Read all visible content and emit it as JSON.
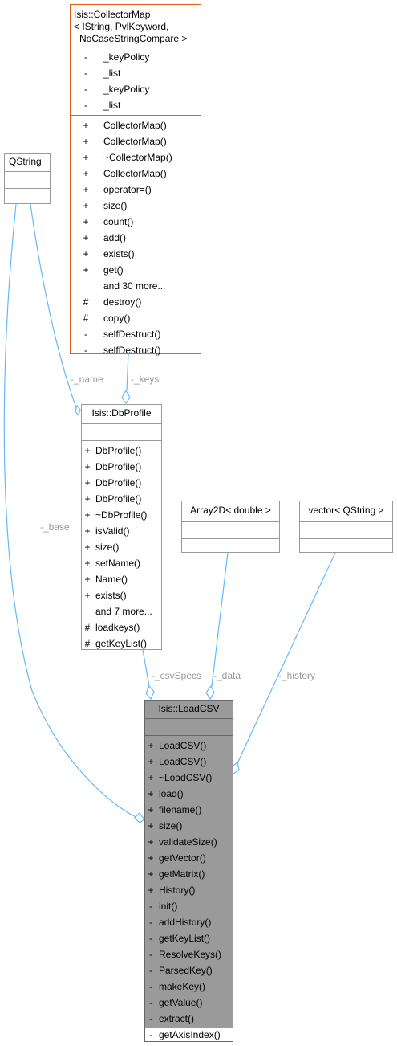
{
  "classes": {
    "qstring": {
      "title": [
        "QString"
      ],
      "attributes": [],
      "methods": []
    },
    "collector_map": {
      "title": [
        "Isis::CollectorMap",
        "< IString, PvlKeyword,",
        "NoCaseStringCompare >"
      ],
      "attributes": [
        {
          "vis": "-",
          "name": "_keyPolicy"
        },
        {
          "vis": "-",
          "name": "_list"
        },
        {
          "vis": "-",
          "name": "_keyPolicy"
        },
        {
          "vis": "-",
          "name": "_list"
        }
      ],
      "methods": [
        {
          "vis": "+",
          "name": "CollectorMap()"
        },
        {
          "vis": "+",
          "name": "CollectorMap()"
        },
        {
          "vis": "+",
          "name": "~CollectorMap()"
        },
        {
          "vis": "+",
          "name": "CollectorMap()"
        },
        {
          "vis": "+",
          "name": "operator=()"
        },
        {
          "vis": "+",
          "name": "size()"
        },
        {
          "vis": "+",
          "name": "count()"
        },
        {
          "vis": "+",
          "name": "add()"
        },
        {
          "vis": "+",
          "name": "exists()"
        },
        {
          "vis": "+",
          "name": "get()"
        },
        {
          "vis": "",
          "name": "and 30 more..."
        },
        {
          "vis": "#",
          "name": "destroy()"
        },
        {
          "vis": "#",
          "name": "copy()"
        },
        {
          "vis": "-",
          "name": "selfDestruct()"
        },
        {
          "vis": "-",
          "name": "selfDestruct()"
        }
      ]
    },
    "db_profile": {
      "title": [
        "Isis::DbProfile"
      ],
      "attributes": [],
      "methods": [
        {
          "vis": "+",
          "name": "DbProfile()"
        },
        {
          "vis": "+",
          "name": "DbProfile()"
        },
        {
          "vis": "+",
          "name": "DbProfile()"
        },
        {
          "vis": "+",
          "name": "DbProfile()"
        },
        {
          "vis": "+",
          "name": "~DbProfile()"
        },
        {
          "vis": "+",
          "name": "isValid()"
        },
        {
          "vis": "+",
          "name": "size()"
        },
        {
          "vis": "+",
          "name": "setName()"
        },
        {
          "vis": "+",
          "name": "Name()"
        },
        {
          "vis": "+",
          "name": "exists()"
        },
        {
          "vis": "",
          "name": "and 7 more..."
        },
        {
          "vis": "#",
          "name": "loadkeys()"
        },
        {
          "vis": "#",
          "name": "getKeyList()"
        }
      ]
    },
    "array2d": {
      "title": [
        "Array2D< double >"
      ],
      "attributes": [],
      "methods": []
    },
    "vector_qstring": {
      "title": [
        "vector< QString >"
      ],
      "attributes": [],
      "methods": []
    },
    "load_csv": {
      "title": [
        "Isis::LoadCSV"
      ],
      "attributes": [],
      "methods": [
        {
          "vis": "+",
          "name": "LoadCSV()"
        },
        {
          "vis": "+",
          "name": "LoadCSV()"
        },
        {
          "vis": "+",
          "name": "~LoadCSV()"
        },
        {
          "vis": "+",
          "name": "load()"
        },
        {
          "vis": "+",
          "name": "filename()"
        },
        {
          "vis": "+",
          "name": "size()"
        },
        {
          "vis": "+",
          "name": "validateSize()"
        },
        {
          "vis": "+",
          "name": "getVector()"
        },
        {
          "vis": "+",
          "name": "getMatrix()"
        },
        {
          "vis": "+",
          "name": "History()"
        },
        {
          "vis": "-",
          "name": "init()"
        },
        {
          "vis": "-",
          "name": "addHistory()"
        },
        {
          "vis": "-",
          "name": "getKeyList()"
        },
        {
          "vis": "-",
          "name": "ResolveKeys()"
        },
        {
          "vis": "-",
          "name": "ParsedKey()"
        },
        {
          "vis": "-",
          "name": "makeKey()"
        },
        {
          "vis": "-",
          "name": "getValue()"
        },
        {
          "vis": "-",
          "name": "extract()"
        },
        {
          "vis": "-",
          "name": "getAxisIndex()"
        }
      ]
    }
  },
  "edge_labels": {
    "name": "-_name",
    "keys": "-_keys",
    "base": "-_base",
    "csv_specs": "-_csvSpecs",
    "data": "-_data",
    "history": "-_history"
  },
  "colors": {
    "edge": "#63b8ff",
    "focus_fill": "#9a9a9a",
    "template_border": "#e8591a",
    "label": "#9a9a9a"
  }
}
